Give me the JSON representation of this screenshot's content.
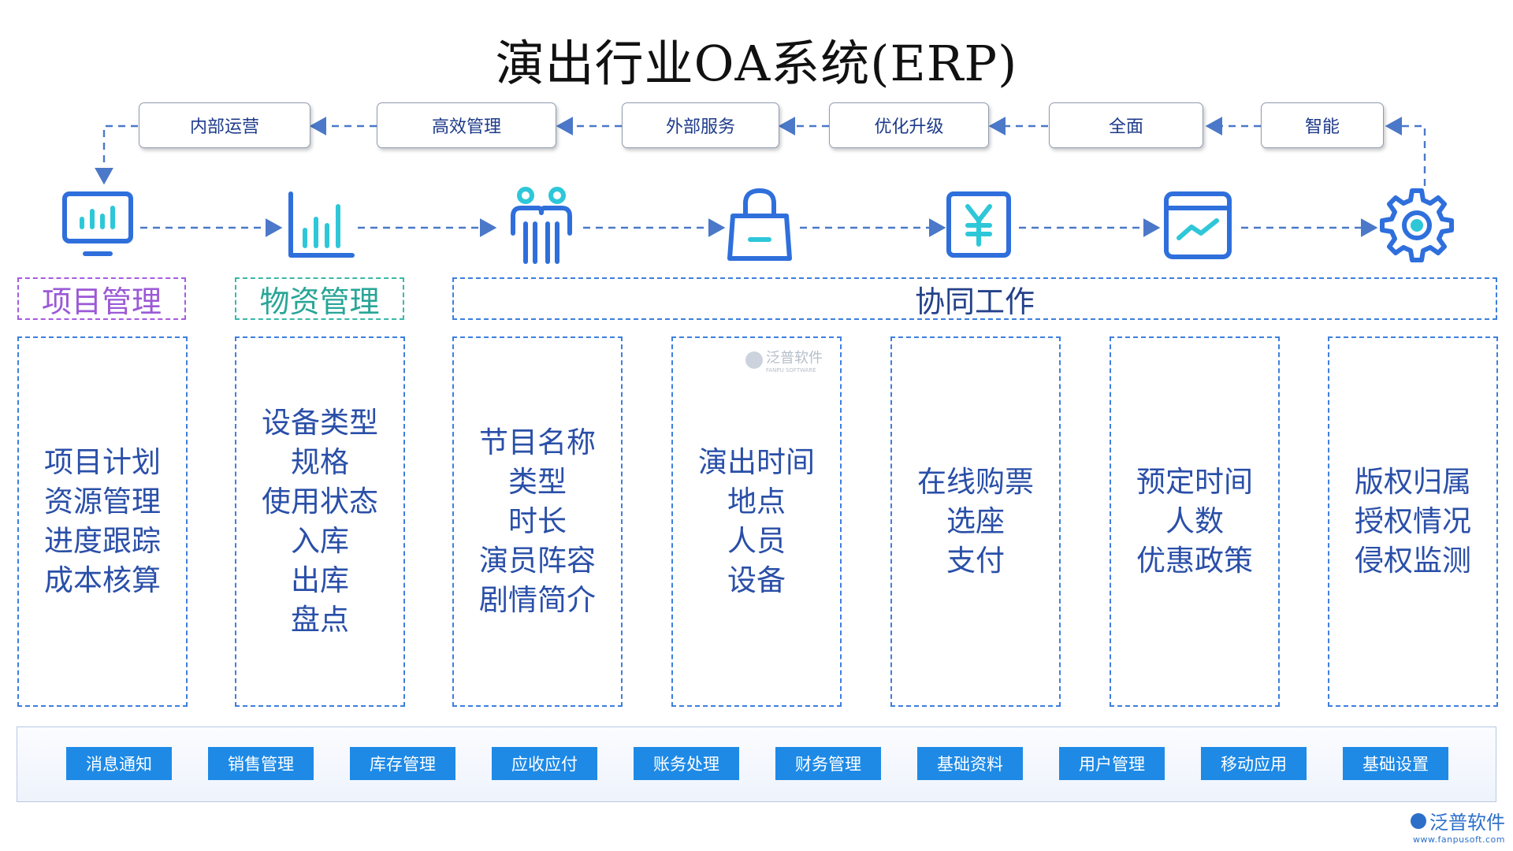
{
  "title": "演出行业OA系统(ERP)",
  "flow_pills": [
    "内部运营",
    "高效管理",
    "外部服务",
    "优化升级",
    "全面",
    "智能"
  ],
  "icons": [
    "monitor-chart",
    "bar-chart",
    "people",
    "shopping-bag",
    "yuan-currency",
    "trend-window",
    "gear"
  ],
  "categories": {
    "project": "项目管理",
    "materials": "物资管理",
    "collab": "协同工作"
  },
  "columns": [
    [
      "项目计划",
      "资源管理",
      "进度跟踪",
      "成本核算"
    ],
    [
      "设备类型",
      "规格",
      "使用状态",
      "入库",
      "出库",
      "盘点"
    ],
    [
      "节目名称",
      "类型",
      "时长",
      "演员阵容",
      "剧情简介"
    ],
    [
      "演出时间",
      "地点",
      "人员",
      "设备"
    ],
    [
      "在线购票",
      "选座",
      "支付"
    ],
    [
      "预定时间",
      "人数",
      "优惠政策"
    ],
    [
      "版权归属",
      "授权情况",
      "侵权监测"
    ]
  ],
  "modules": [
    "消息通知",
    "销售管理",
    "库存管理",
    "应收应付",
    "账务处理",
    "财务管理",
    "基础资料",
    "用户管理",
    "移动应用",
    "基础设置"
  ],
  "watermark": {
    "name": "泛普软件",
    "sub": "FANPU SOFTWARE"
  },
  "brand": {
    "name": "泛普软件",
    "url": "www.fanpusoft.com"
  },
  "colors": {
    "accent": "#3d7fde",
    "button": "#1e8ae6",
    "purple": "#a65be0",
    "teal": "#3ab8a8"
  }
}
